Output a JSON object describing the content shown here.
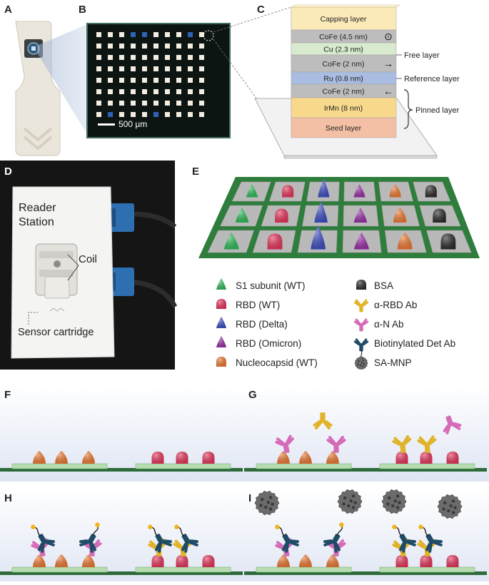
{
  "panels": {
    "a": {
      "letter": "A"
    },
    "b": {
      "letter": "B",
      "scale_bar": "500 μm"
    },
    "c": {
      "letter": "C",
      "layers": [
        {
          "label": "Capping layer",
          "color": "#fbeab8"
        },
        {
          "label": "CoFe (4.5 nm)",
          "color": "#bdbdbd",
          "symbol": "⊙"
        },
        {
          "label": "Cu (2.3 nm)",
          "color": "#d8ebcf"
        },
        {
          "label": "CoFe (2 nm)",
          "color": "#bdbdbd",
          "symbol": "→"
        },
        {
          "label": "Ru (0.8 nm)",
          "color": "#a9bde2"
        },
        {
          "label": "CoFe (2 nm)",
          "color": "#bdbdbd",
          "symbol": "←"
        },
        {
          "label": "IrMn (8 nm)",
          "color": "#f8d98c"
        },
        {
          "label": "Seed layer",
          "color": "#f3c0a6"
        }
      ],
      "free_layer": "Free layer",
      "reference_layer": "Reference layer",
      "pinned_layer": "Pinned layer"
    },
    "d": {
      "letter": "D",
      "station_line1": "Reader",
      "station_line2": "Station",
      "coil": "Coil",
      "cartridge": "Sensor cartridge"
    },
    "e": {
      "letter": "E",
      "legend_left": [
        {
          "label": "S1 subunit (WT)",
          "color": "#2ebd5b",
          "shape": "cone"
        },
        {
          "label": "RBD (WT)",
          "color": "#e8355c",
          "shape": "blob"
        },
        {
          "label": "RBD (Delta)",
          "color": "#3d4fc4",
          "shape": "cone"
        },
        {
          "label": "RBD (Omicron)",
          "color": "#9a2fa8",
          "shape": "cone"
        },
        {
          "label": "Nucleocapsid (WT)",
          "color": "#f07a32",
          "shape": "blob"
        }
      ],
      "legend_right": [
        {
          "label": "BSA",
          "color": "#2a2a2a",
          "shape": "blob"
        },
        {
          "label": "α-RBD Ab",
          "color": "#e0b32a",
          "shape": "ab"
        },
        {
          "label": "α-N Ab",
          "color": "#d56bb8",
          "shape": "ab"
        },
        {
          "label": "Biotinylated Det Ab",
          "color": "#1f4b66",
          "shape": "biotin"
        },
        {
          "label": "SA-MNP",
          "color": "#6b6b6b",
          "shape": "mnp"
        }
      ]
    },
    "f": {
      "letter": "F"
    },
    "g": {
      "letter": "G"
    },
    "h": {
      "letter": "H"
    },
    "i": {
      "letter": "I"
    }
  },
  "colors": {
    "nucleocapsid": "#f07a32",
    "rbd": "#e8355c",
    "anti_n": "#d56bb8",
    "anti_rbd": "#e0b32a",
    "det_ab": "#1f4b66",
    "biotin": "#f3b21a",
    "mnp": "#6b6b6b",
    "sensor": "#b5ddb0",
    "ground": "#2e6b3a"
  }
}
